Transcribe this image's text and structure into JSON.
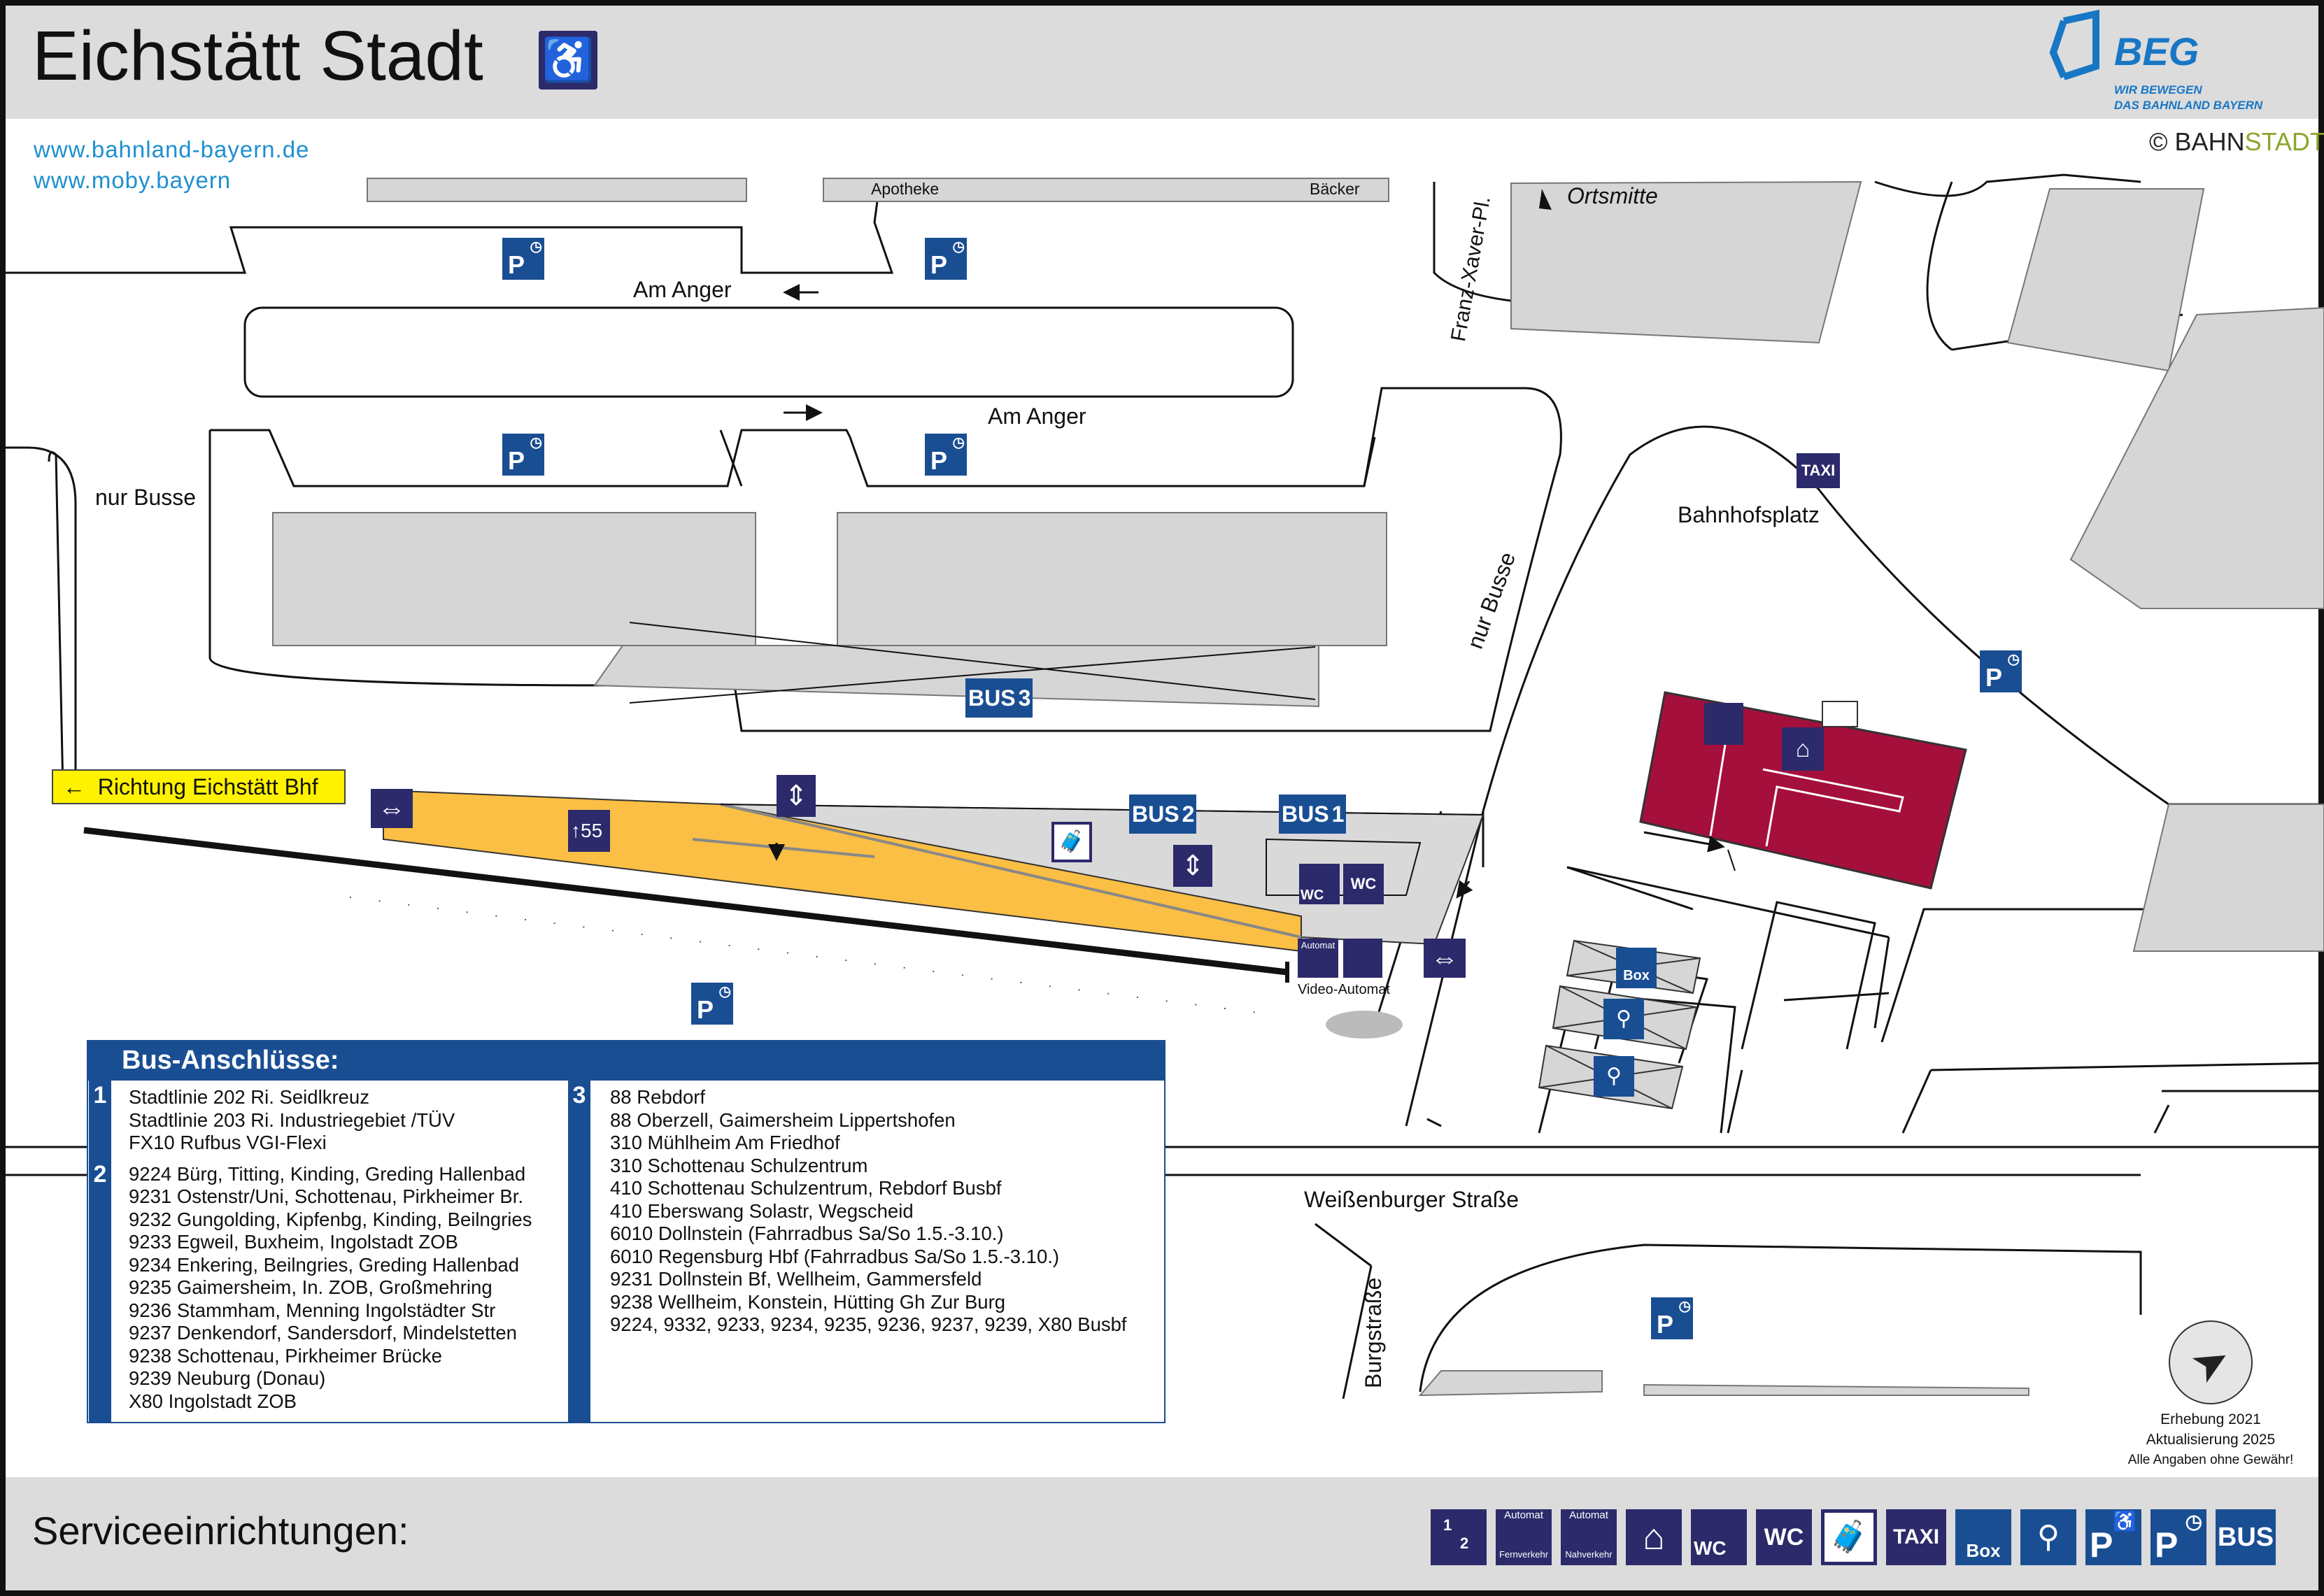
{
  "header": {
    "title": "Eichstätt Stadt",
    "accessibility_icon": "wheelchair-icon"
  },
  "links": [
    "www.bahnland-bayern.de",
    "www.moby.bayern"
  ],
  "brand": {
    "name": "BEG",
    "slogan_line1": "WIR BEWEGEN",
    "slogan_line2": "DAS BAHNLAND BAYERN",
    "copyright": "©",
    "copyright_name_part1": "BAHN",
    "copyright_name_part2": "STADT"
  },
  "map": {
    "streets": {
      "am_anger_top": "Am Anger",
      "am_anger_bottom": "Am Anger",
      "nur_busse_left": "nur Busse",
      "nur_busse_right": "nur Busse",
      "franz_xaver": "Franz-Xaver-Pl.",
      "ortsmitte": "Ortsmitte",
      "bahnhofsplatz": "Bahnhofsplatz",
      "weissenburger": "Weißenburger Straße",
      "burgstrasse": "Burgstraße"
    },
    "shops": [
      "Apotheke",
      "Bäcker"
    ],
    "direction_sign": "Richtung Eichstätt Bhf",
    "platform_track": "55",
    "bus_stops": [
      "3",
      "2",
      "1"
    ],
    "ticket_labels": {
      "automat": "Automat",
      "video_automat": "Video-Automat"
    },
    "service_texts": {
      "wc": "WC",
      "taxi": "TAXI",
      "bus": "BUS",
      "box": "Box",
      "p": "P"
    }
  },
  "bus_connections": {
    "title": "Bus-Anschlüsse:",
    "stops": [
      {
        "id": "1",
        "lines": [
          "Stadtlinie 202 Ri. Seidlkreuz",
          "Stadtlinie 203 Ri. Industriegebiet /TÜV",
          "FX10 Rufbus VGI-Flexi"
        ]
      },
      {
        "id": "2",
        "lines": [
          "9224 Bürg, Titting, Kinding, Greding Hallenbad",
          "9231 Ostenstr/Uni, Schottenau, Pirkheimer Br.",
          "9232 Gungolding, Kipfenbg, Kinding, Beilngries",
          "9233 Egweil, Buxheim, Ingolstadt ZOB",
          "9234 Enkering, Beilngries, Greding Hallenbad",
          "9235 Gaimersheim, In. ZOB, Großmehring",
          "9236 Stammham, Menning Ingolstädter Str",
          "9237 Denkendorf, Sandersdorf, Mindelstetten",
          "9238 Schottenau, Pirkheimer Brücke",
          "9239 Neuburg (Donau)",
          "X80 Ingolstadt ZOB"
        ]
      },
      {
        "id": "3",
        "lines": [
          "88 Rebdorf",
          "88 Oberzell, Gaimersheim Lippertshofen",
          "310 Mühlheim Am Friedhof",
          "310 Schottenau Schulzentrum",
          "410 Schottenau Schulzentrum, Rebdorf Busbf",
          "410 Eberswang Solastr, Wegscheid",
          "6010 Dollnstein (Fahrradbus Sa/So 1.5.-3.10.)",
          "6010 Regensburg Hbf (Fahrradbus Sa/So 1.5.-3.10.)",
          "9231 Dollnstein Bf, Wellheim, Gammersfeld",
          "9238 Wellheim, Konstein, Hütting Gh Zur Burg",
          "9224, 9332, 9233, 9234, 9235, 9236, 9237, 9239, X80 Busbf"
        ]
      }
    ]
  },
  "survey": {
    "line1": "Erhebung 2021",
    "line2": "Aktualisierung 2025",
    "line3": "Alle Angaben ohne Gewähr!"
  },
  "footer": {
    "title": "Serviceeinrichtungen:",
    "legend_icons": [
      "ticket-machine-icon",
      "ticket-machine-fernverkehr-icon",
      "ticket-machine-nahverkehr-icon",
      "travel-center-icon",
      "accessible-wc-icon",
      "wc-icon",
      "luggage-locker-icon",
      "taxi-icon",
      "bike-box-icon",
      "bike-parking-icon",
      "accessible-parking-icon",
      "park-and-ride-icon",
      "bus-icon"
    ],
    "legend_labels": {
      "automat": "Automat",
      "fernverkehr": "Fernverkehr",
      "nahverkehr": "Nahverkehr",
      "wc": "WC",
      "taxi": "TAXI",
      "box": "Box",
      "p": "P",
      "bus": "BUS",
      "digit1": "1",
      "digit2": "2"
    }
  },
  "colors": {
    "brand_blue": "#1a4e93",
    "icon_navy": "#2c2a6b",
    "platform_yellow": "#fbbf45",
    "station_red": "#a50f3c",
    "building_gray": "#d6d6d6",
    "header_gray": "#dcdcdc",
    "link_blue": "#1e8fd0",
    "sign_yellow": "#fff200"
  }
}
